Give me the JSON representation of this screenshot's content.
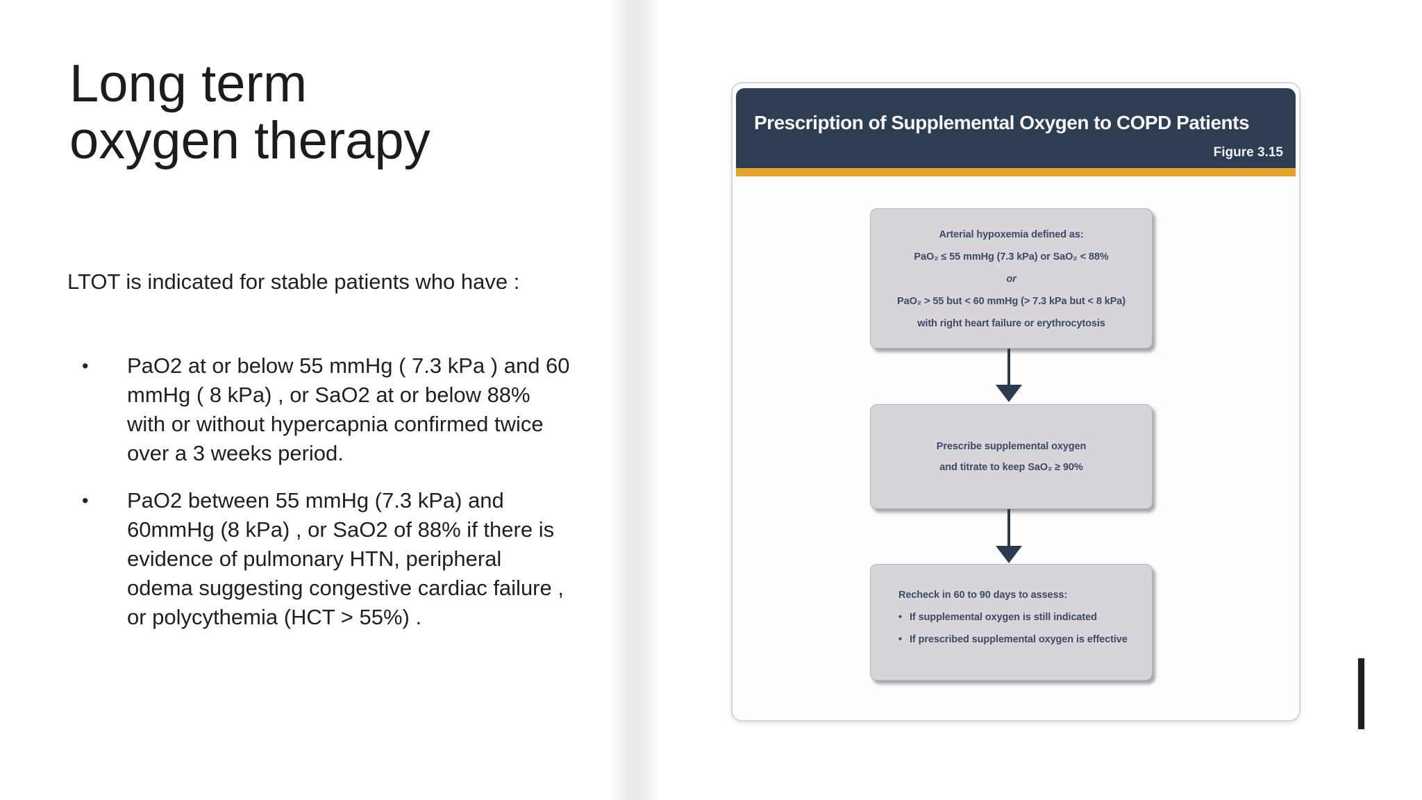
{
  "left": {
    "title": "Long term\noxygen therapy",
    "intro": "LTOT is indicated for stable patients who have :",
    "bullets": [
      {
        "marker": "•",
        "text": "PaO2 at or below 55 mmHg ( 7.3 kPa ) and 60\nmmHg ( 8 kPa) , or SaO2 at or below  88%\nwith or without hypercapnia confirmed twice\nover a 3 weeks period."
      },
      {
        "marker": "•",
        "text": "PaO2 between 55 mmHg (7.3 kPa) and\n60mmHg (8 kPa) , or SaO2 of 88% if there is\nevidence of pulmonary HTN, peripheral\nodema suggesting congestive cardiac failure ,\nor polycythemia (HCT > 55%) ."
      }
    ]
  },
  "figure": {
    "header": {
      "title": "Prescription of Supplemental Oxygen to COPD Patients",
      "figure_label": "Figure 3.15"
    },
    "flow": {
      "box1": {
        "lines": [
          "Arterial hypoxemia defined as:",
          "PaO₂ ≤ 55 mmHg (7.3 kPa) or SaO₂ < 88%",
          "or",
          "PaO₂ > 55 but < 60 mmHg (> 7.3 kPa but < 8 kPa)",
          "with right heart failure or erythrocytosis"
        ]
      },
      "box2": {
        "text": "Prescribe supplemental oxygen\nand titrate to keep SaO₂ ≥ 90%"
      },
      "box3": {
        "heading": "Recheck in 60 to 90 days to assess:",
        "marker": "•",
        "items": [
          "If supplemental oxygen is still indicated",
          "If prescribed supplemental oxygen is effective"
        ]
      },
      "arrow_icon": "down-arrow"
    }
  },
  "colors": {
    "header_navy": "#2e3d52",
    "accent_gold": "#e2a42a",
    "box_fill": "#d7d4da",
    "box_border": "#b5b2ba",
    "box_text": "#3d4a63",
    "arrow_navy": "#2c3a50",
    "slide_text": "#1f1f1f",
    "cursor_black": "#1e1e1e"
  }
}
